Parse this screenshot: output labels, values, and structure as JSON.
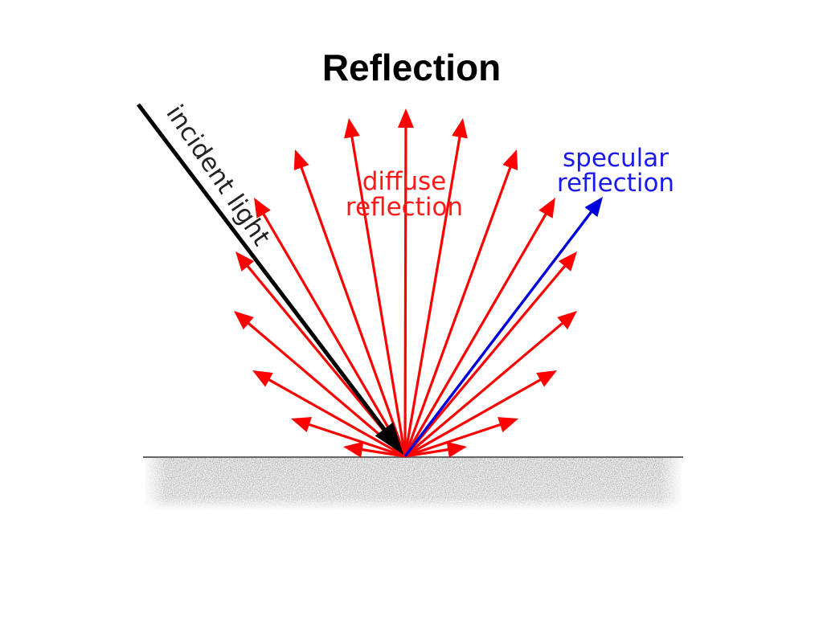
{
  "title": "Reflection",
  "labels": {
    "incident": "incident light",
    "diffuse_line1": "diffuse",
    "diffuse_line2": "reflection",
    "specular_line1": "specular",
    "specular_line2": "reflection"
  },
  "colors": {
    "diffuse": "#ff0000",
    "specular": "#0000dd",
    "incident": "#000000",
    "surface_grain": "#9a9a9a",
    "surface_line": "#555555"
  }
}
